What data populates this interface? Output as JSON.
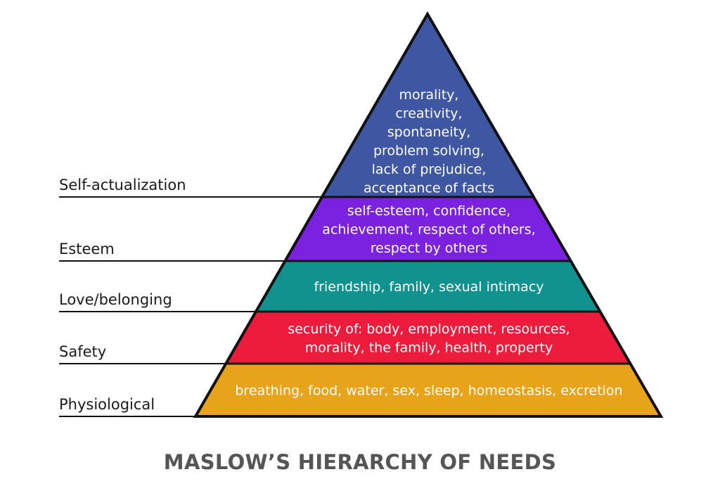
{
  "title": "MASLOW’S HIERARCHY OF NEEDS",
  "outline_color": "#111111",
  "levels": [
    {
      "label": "Self-actualization",
      "color": "#3f57a3",
      "lines": [
        "morality,",
        "creativity,",
        "spontaneity,",
        "problem solving,",
        "lack of prejudice,",
        "acceptance of facts"
      ]
    },
    {
      "label": "Esteem",
      "color": "#7b22e0",
      "lines": [
        "self-esteem, confidence,",
        "achievement, respect of others,",
        "respect by others"
      ]
    },
    {
      "label": "Love/belonging",
      "color": "#11928f",
      "lines": [
        "friendship, family, sexual intimacy"
      ]
    },
    {
      "label": "Safety",
      "color": "#ee1c3c",
      "lines": [
        "security of: body, employment, resources,",
        "morality, the family, health, property"
      ]
    },
    {
      "label": "Physiological",
      "color": "#e7a31a",
      "lines": [
        "breathing, food, water, sex, sleep, homeostasis, excretion"
      ]
    }
  ]
}
